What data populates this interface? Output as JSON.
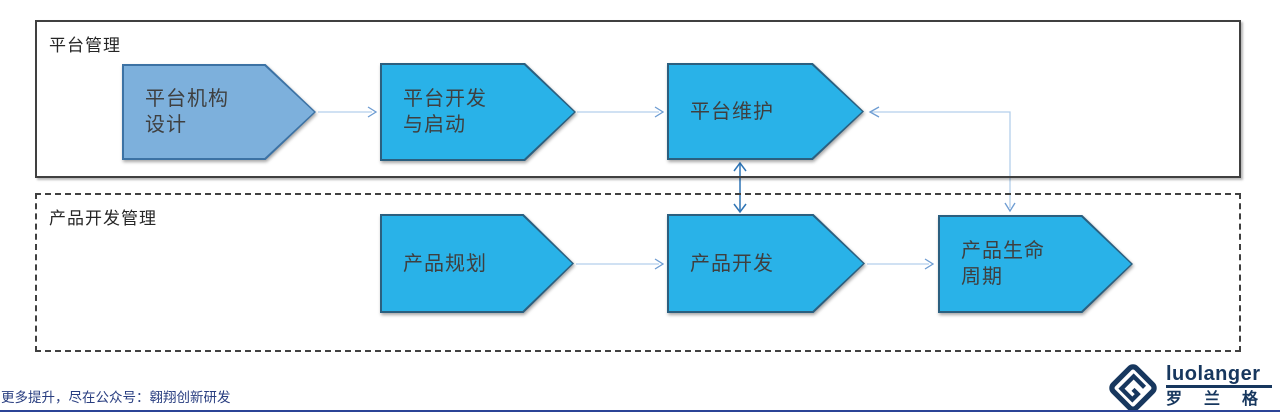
{
  "lanes": {
    "platform": {
      "label": "平台管理",
      "border_style": "solid"
    },
    "product": {
      "label": "产品开发管理",
      "border_style": "dashed"
    }
  },
  "shapes": {
    "org_design": {
      "label": "平台机构\n设计"
    },
    "dev_launch": {
      "label": "平台开发\n与启动"
    },
    "maintenance": {
      "label": "平台维护"
    },
    "planning": {
      "label": "产品规划"
    },
    "development": {
      "label": "产品开发"
    },
    "lifecycle": {
      "label": "产品生命\n周期"
    }
  },
  "footer": {
    "promo": "更多提升，尽在公众号：翱翔创新研发",
    "logo_en": "luolanger",
    "logo_cn": "罗兰格"
  },
  "colors": {
    "shape_fill_cyan": "#29b2e8",
    "shape_border_cyan": "#2b5f7f",
    "shape_fill_light": "#7db0dc",
    "shape_border_light": "#3c72a4",
    "container_border": "#404040",
    "connector_light": "#b3cfec",
    "connector_head": "#6d9cd2",
    "connector_strong": "#2e74b5",
    "brand_navy": "#17375e",
    "promo_navy": "#293e80"
  }
}
